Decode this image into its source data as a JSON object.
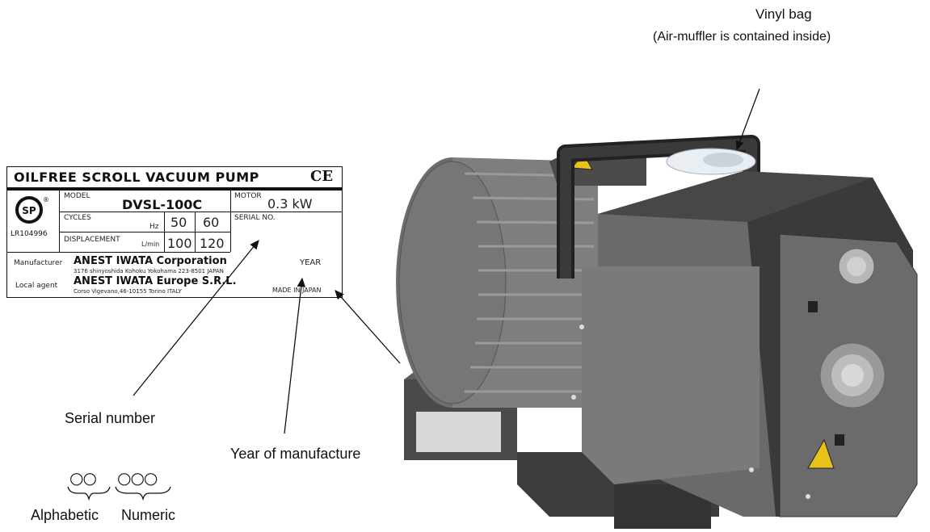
{
  "callouts": {
    "vinyl_bag": "Vinyl bag",
    "vinyl_bag_note": "(Air-muffler is contained inside)",
    "serial_number": "Serial number",
    "year_of_manufacture": "Year of manufacture",
    "alphabetic": "Alphabetic",
    "numeric": "Numeric",
    "serial_pattern_alpha": "○○",
    "serial_pattern_numeric": "○○○"
  },
  "nameplate": {
    "title": "OILFREE SCROLL VACUUM PUMP",
    "ce_mark": "CE",
    "csa_logo": "SP",
    "cert_number": "LR104996",
    "model_label": "MODEL",
    "model_value": "DVSL-100C",
    "motor_label": "MOTOR",
    "motor_value": "0.3 kW",
    "cycles_label": "CYCLES",
    "cycles_unit": "Hz",
    "cycles_50": "50",
    "cycles_60": "60",
    "serial_label": "SERIAL NO.",
    "displacement_label": "DISPLACEMENT",
    "displacement_unit": "L/min",
    "displacement_50": "100",
    "displacement_60": "120",
    "manufacturer_label": "Manufacturer",
    "manufacturer_name": "ANEST IWATA Corporation",
    "manufacturer_address": "3176 shinyoshida Kohoku Yokohama 223-8501 JAPAN",
    "local_agent_label": "Local agent",
    "local_agent_name": "ANEST IWATA Europe S.R.L.",
    "local_agent_address": "Corso Vigevano,46-10155 Torino ITALY",
    "year_label": "YEAR",
    "made_in": "MADE IN JAPAN"
  },
  "colors": {
    "pump_body": "#5a5a5a",
    "pump_dark": "#2e2e2e",
    "motor_fins": "#8a8a8a",
    "warning_yellow": "#e6c21a"
  }
}
